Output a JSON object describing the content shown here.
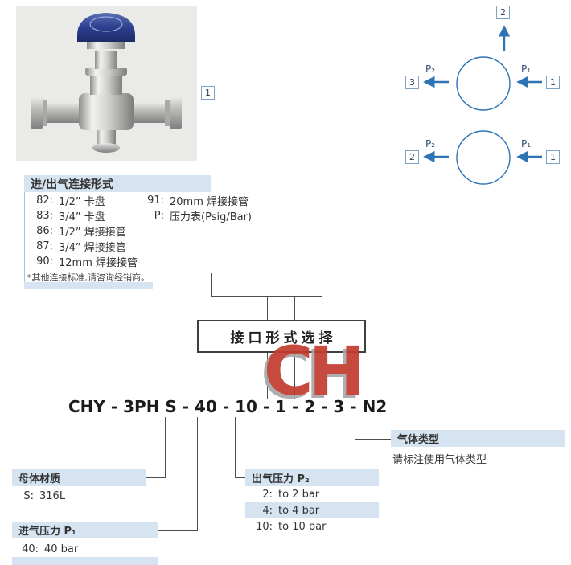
{
  "photo": {
    "ref_label": "1"
  },
  "flow_diagram": {
    "top": {
      "out_top_ref": "2",
      "left_port": "P₂",
      "left_ref": "3",
      "right_port": "P₁",
      "right_ref": "1"
    },
    "bottom": {
      "left_port": "P₂",
      "left_ref": "2",
      "right_port": "P₁",
      "right_ref": "1"
    }
  },
  "connection": {
    "title": "进/出气连接形式",
    "left_items": [
      {
        "code": "82:",
        "desc": "1/2” 卡盘"
      },
      {
        "code": "83:",
        "desc": "3/4” 卡盘"
      },
      {
        "code": "86:",
        "desc": "1/2” 焊接接管"
      },
      {
        "code": "87:",
        "desc": "3/4” 焊接接管"
      },
      {
        "code": "90:",
        "desc": "12mm 焊接接管"
      }
    ],
    "right_items": [
      {
        "code": "91:",
        "desc": "20mm 焊接接管"
      },
      {
        "code": "P:",
        "desc": "压力表(Psig/Bar)"
      }
    ],
    "note": "*其他连接标准,请咨询经销商。"
  },
  "selector": {
    "label": "接口形式选择"
  },
  "ordering_code": {
    "text": "CHY - 3PH S - 40 - 10 - 1 - 2 - 3 - N2"
  },
  "watermark": {
    "text": "CH"
  },
  "gas_type": {
    "title": "气体类型",
    "note": "请标注使用气体类型"
  },
  "body_material": {
    "title": "母体材质",
    "items": [
      {
        "code": "S:",
        "desc": "316L"
      }
    ]
  },
  "outlet_pressure": {
    "title": "出气压力 P₂",
    "items": [
      {
        "code": "2:",
        "desc": "to 2 bar"
      },
      {
        "code": "4:",
        "desc": "to 4 bar"
      },
      {
        "code": "10:",
        "desc": "to 10 bar"
      }
    ]
  },
  "inlet_pressure": {
    "title": "进气压力 P₁",
    "items": [
      {
        "code": "40:",
        "desc": "40 bar"
      }
    ]
  }
}
